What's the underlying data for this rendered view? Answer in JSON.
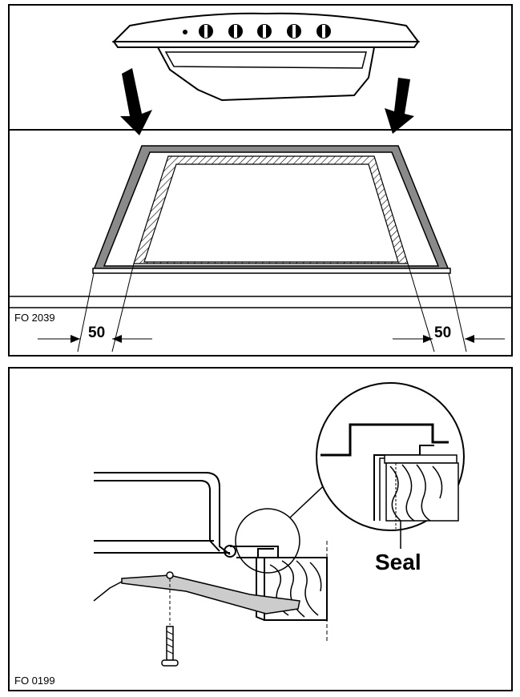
{
  "top_panel": {
    "code": "FO 2039",
    "dim_left": "50",
    "dim_right": "50"
  },
  "bottom_panel": {
    "code": "FO 0199",
    "seal_label": "Seal"
  }
}
